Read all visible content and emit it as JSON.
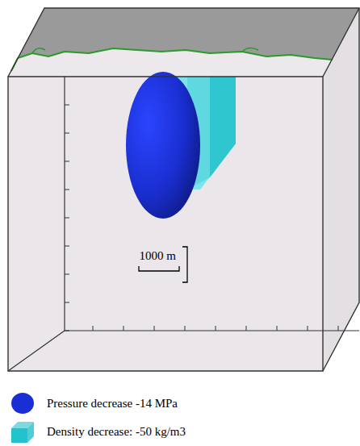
{
  "diagram": {
    "labels": [
      "1000 m"
    ],
    "legend": [
      {
        "text": "Pressure decrease -14 MPa",
        "color": "#1a2ed6"
      },
      {
        "text": "Density decrease: -50 kg/m3",
        "color": "#22c3cc"
      }
    ]
  }
}
